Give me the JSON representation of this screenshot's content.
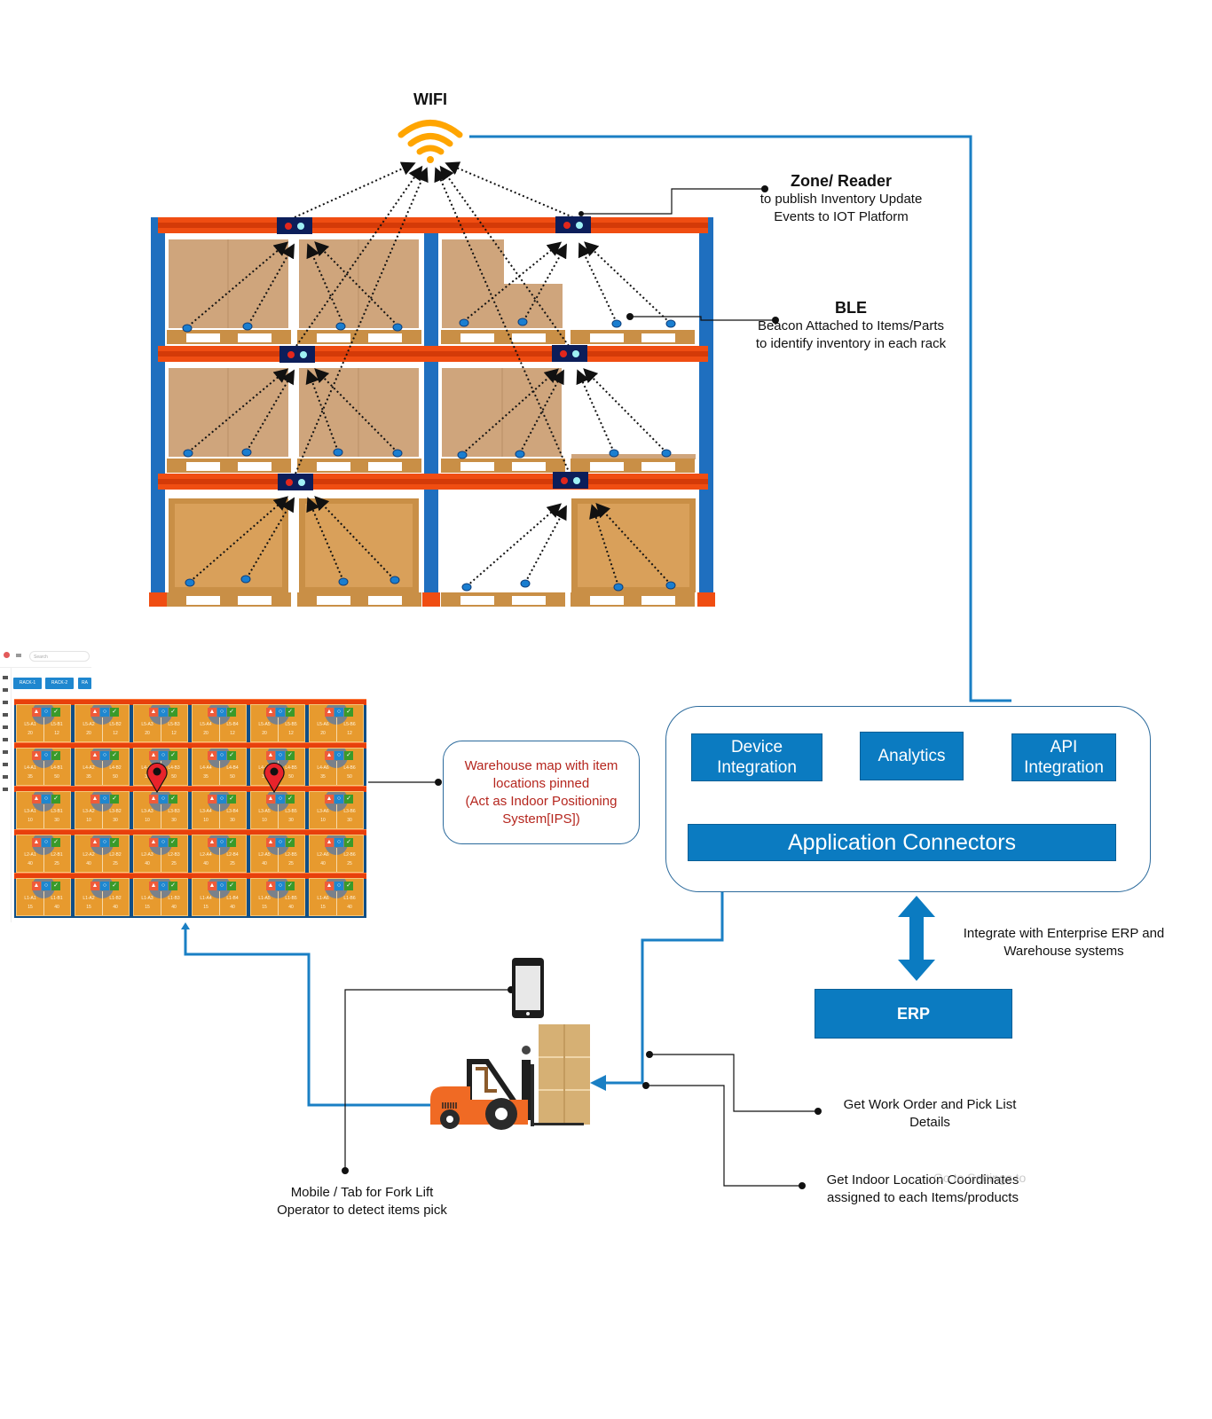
{
  "colors": {
    "accent_blue": "#0b7bc1",
    "connector_blue": "#1a7fc4",
    "wifi_orange": "#ffa500",
    "rack_orange": "#e8400c",
    "rack_blue": "#1f6fbf",
    "ips_text_red": "#b5261e",
    "beacon_blue": "#1a7ed0",
    "reader_navy": "#0c1e5a"
  },
  "wifi": {
    "label": "WIFI",
    "icon": "wifi-icon"
  },
  "zone_reader": {
    "title": "Zone/ Reader",
    "line1": "to publish Inventory Update",
    "line2": "Events to IOT Platform"
  },
  "ble": {
    "title": "BLE",
    "line1": "Beacon  Attached to Items/Parts",
    "line2": "to identify inventory in each rack"
  },
  "warehouse_map": {
    "search_placeholder": "Search",
    "rack_tabs": [
      "RACK-1",
      "RACK-2",
      "RA"
    ],
    "levels": [
      {
        "level": "L5",
        "a_value": "20",
        "b_value": "12"
      },
      {
        "level": "L4",
        "a_value": "35",
        "b_value": "50"
      },
      {
        "level": "L3",
        "a_value": "10",
        "b_value": "30"
      },
      {
        "level": "L2",
        "a_value": "40",
        "b_value": "25"
      },
      {
        "level": "L1",
        "a_value": "15",
        "b_value": "40"
      }
    ],
    "columns": 6,
    "pinned_cells": [
      "L3-A3",
      "L3-A5"
    ]
  },
  "ips_callout": {
    "line1": "Warehouse map with item",
    "line2": "locations pinned",
    "line3": "(Act as Indoor Positioning",
    "line4": "System[IPS])"
  },
  "platform": {
    "device_integration_1": "Device",
    "device_integration_2": "Integration",
    "analytics": "Analytics",
    "api_integration_1": "API",
    "api_integration_2": "Integration",
    "app_connectors": "Application Connectors"
  },
  "erp": {
    "label": "ERP",
    "integrate_line1": "Integrate with Enterprise ERP and",
    "integrate_line2": "Warehouse systems"
  },
  "work_order": {
    "line1": "Get Work Order and Pick List",
    "line2": "Details"
  },
  "indoor_location": {
    "line1": "Get Indoor Location Coordinates",
    "line2": "assigned to each Items/products",
    "watermark": "Go to Settings to"
  },
  "mobile": {
    "line1": "Mobile / Tab for  Fork Lift",
    "line2": "Operator  to detect items pick"
  }
}
